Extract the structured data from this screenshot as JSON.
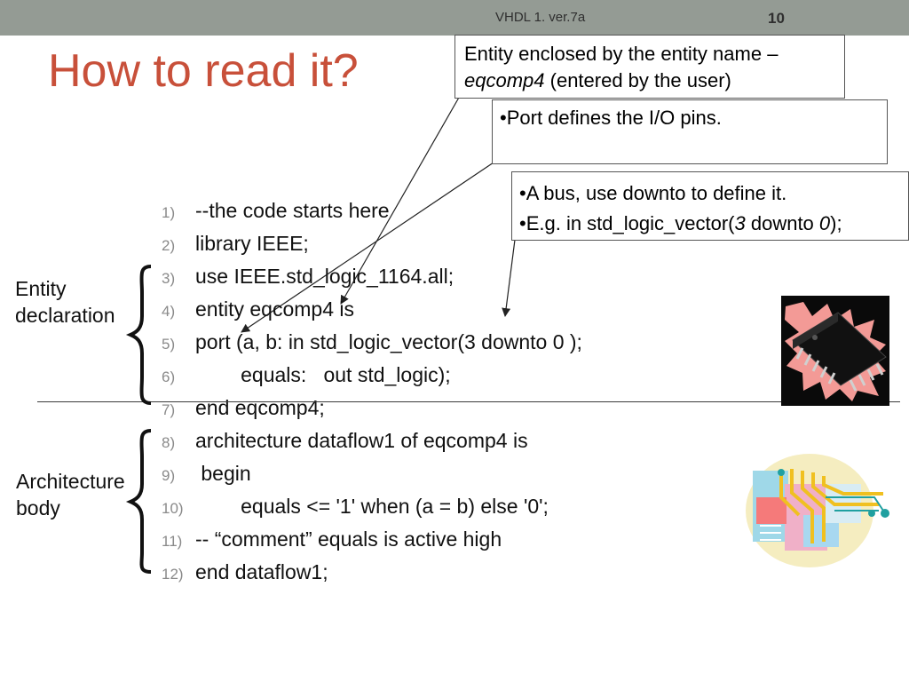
{
  "header": {
    "label": "VHDL 1. ver.7a",
    "page_number": "10"
  },
  "title": "How to read it?",
  "callouts": {
    "entity": {
      "text_before": "Entity enclosed by the entity name –",
      "italic": "eqcomp4",
      "text_after": " (entered by the user)"
    },
    "port": {
      "text": "•Port defines the I/O pins."
    },
    "bus": {
      "line1": "•A bus, use downto to define it.",
      "line2_before": "•E.g. in std_logic_vector(",
      "line2_italic1": "3",
      "line2_mid": " downto ",
      "line2_italic2": "0",
      "line2_after": ");"
    }
  },
  "code_lines": [
    {
      "num": "1)",
      "text": "--the code starts here"
    },
    {
      "num": "2)",
      "text": "library IEEE;"
    },
    {
      "num": "3)",
      "text": "use IEEE.std_logic_1164.all;"
    },
    {
      "num": "4)",
      "text": "entity eqcomp4 is"
    },
    {
      "num": "5)",
      "text": "port (a, b: in std_logic_vector(3 downto 0 );"
    },
    {
      "num": "6)",
      "text": "        equals:   out std_logic);"
    },
    {
      "num": "7)",
      "text": "end eqcomp4;"
    },
    {
      "num": "8)",
      "text": "architecture dataflow1 of eqcomp4 is"
    },
    {
      "num": "9)",
      "text": " begin"
    },
    {
      "num": "10)",
      "text": "        equals <= '1' when (a = b) else '0';"
    },
    {
      "num": "11)",
      "text": "-- “comment” equals is active high"
    },
    {
      "num": "12)",
      "text": "end dataflow1;"
    }
  ],
  "labels": {
    "entity": {
      "line1": "Entity",
      "line2": "declaration"
    },
    "architecture": {
      "line1": "Architecture",
      "line2": "body"
    }
  },
  "icons": {
    "chip": "microchip-icon",
    "circuit": "circuit-board-icon"
  }
}
